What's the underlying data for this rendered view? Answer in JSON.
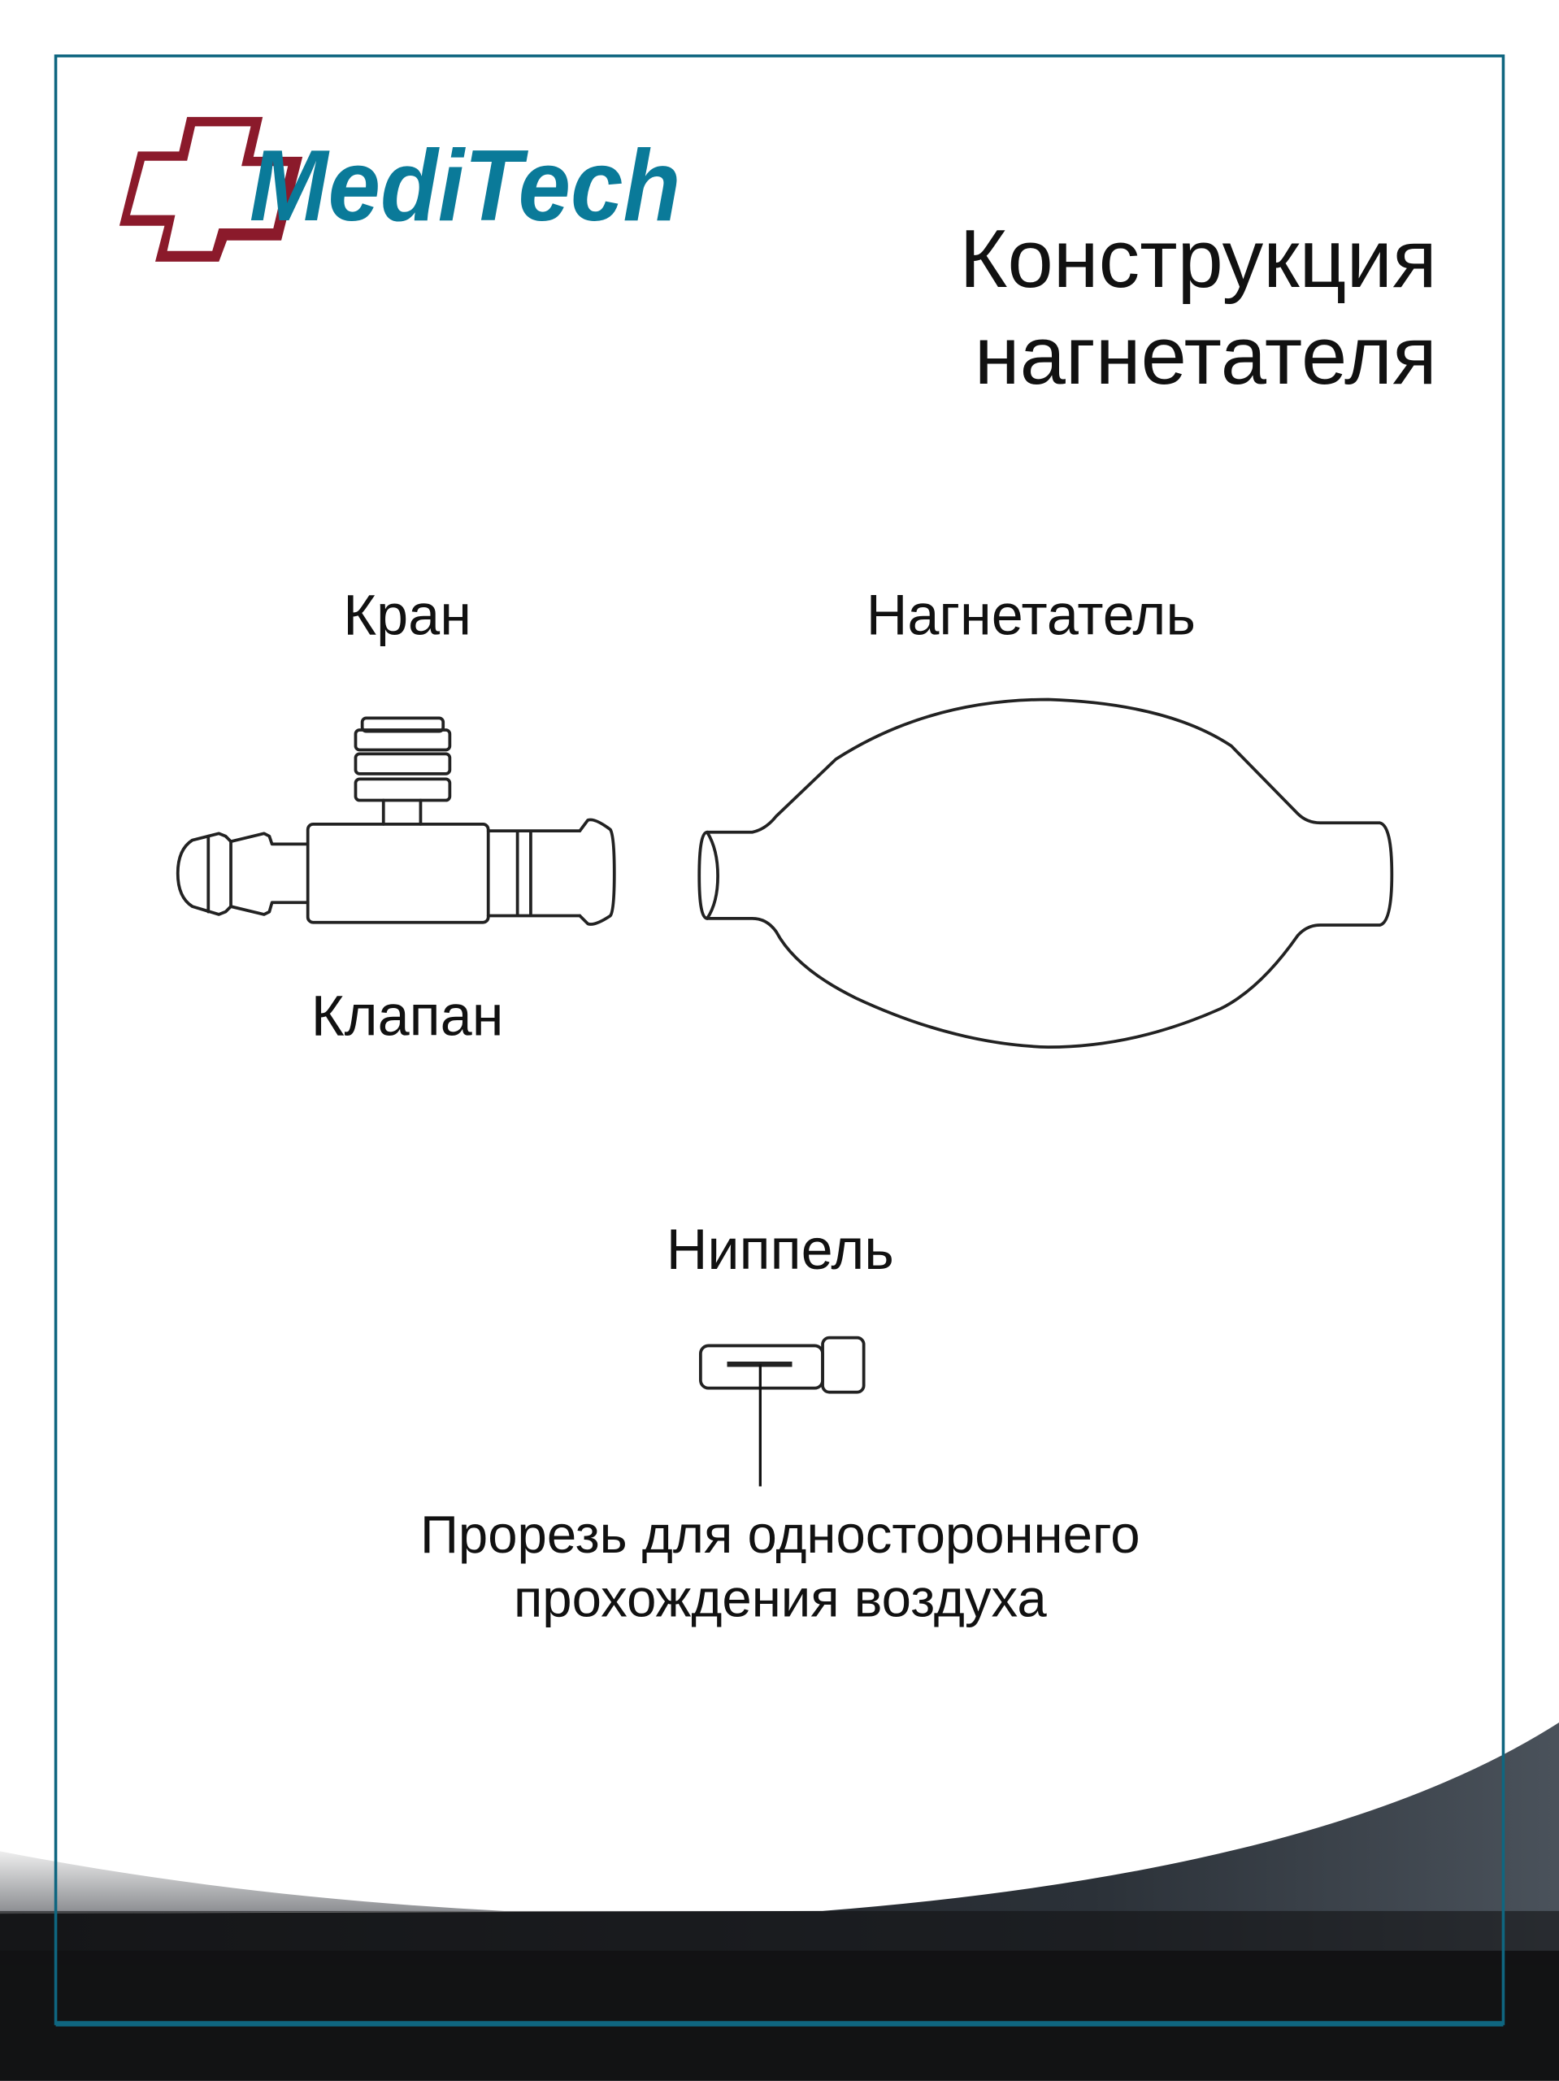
{
  "logo": {
    "text": "MediTech",
    "cross_color": "#8B1A2B",
    "text_color": "#0A7A99"
  },
  "title": {
    "line1": "Конструкция",
    "line2": "нагнетателя"
  },
  "labels": {
    "tap": "Кран",
    "valve": "Клапан",
    "bulb": "Нагнетатель",
    "nipple": "Ниппель"
  },
  "caption": {
    "line1": "Прорезь для одностороннего",
    "line2": "прохождения воздуха"
  },
  "colors": {
    "frame": "#0F6680",
    "dark": "#121314"
  }
}
